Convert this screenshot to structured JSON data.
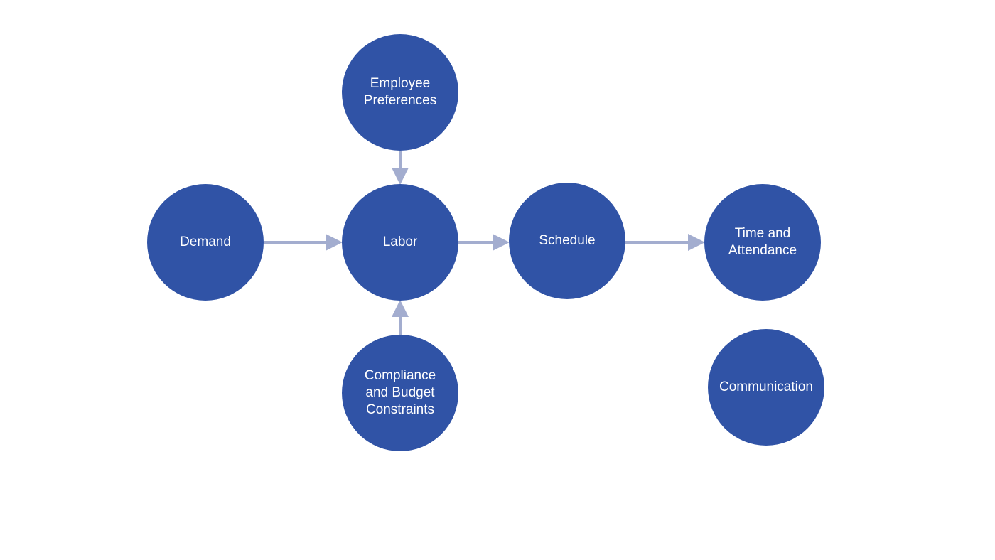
{
  "colors": {
    "node_fill": "#3053A6",
    "node_text": "#FFFFFF",
    "arrow": "#A3ADCF",
    "background": "#FFFFFF"
  },
  "nodes": {
    "employee_preferences": "Employee\nPreferences",
    "demand": "Demand",
    "labor": "Labor",
    "schedule": "Schedule",
    "time_and_attendance": "Time and\nAttendance",
    "compliance": "Compliance\nand Budget\nConstraints",
    "communication": "Communication"
  },
  "edges": [
    {
      "from": "employee_preferences",
      "to": "labor"
    },
    {
      "from": "demand",
      "to": "labor"
    },
    {
      "from": "compliance",
      "to": "labor"
    },
    {
      "from": "labor",
      "to": "schedule"
    },
    {
      "from": "schedule",
      "to": "time_and_attendance"
    }
  ]
}
